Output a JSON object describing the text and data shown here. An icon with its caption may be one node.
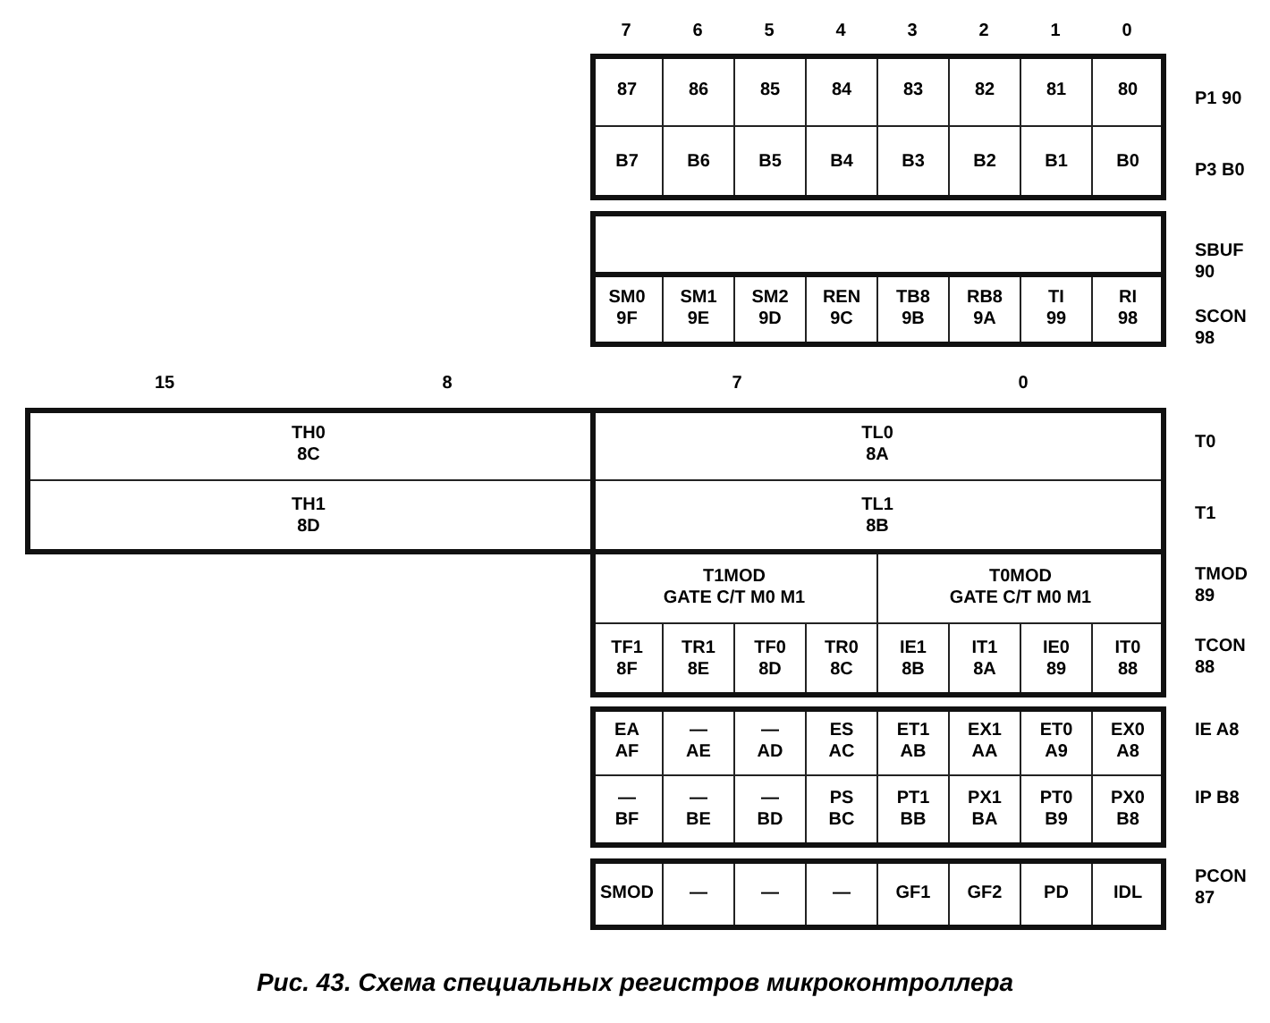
{
  "diagram": {
    "caption": "Рис. 43. Схема специальных регистров микроконтроллера",
    "nodes": [
      {
        "text": [
          "87"
        ]
      },
      {
        "text": [
          "86"
        ]
      },
      {
        "text": [
          "85"
        ]
      },
      {
        "text": [
          "84"
        ]
      },
      {
        "text": [
          "83"
        ]
      },
      {
        "text": [
          "82"
        ]
      },
      {
        "text": [
          "81"
        ]
      },
      {
        "text": [
          "80"
        ]
      },
      {
        "text": [
          "B7"
        ]
      },
      {
        "text": [
          "B6"
        ]
      },
      {
        "text": [
          "B5"
        ]
      },
      {
        "text": [
          "B4"
        ]
      },
      {
        "text": [
          "B3"
        ]
      },
      {
        "text": [
          "B2"
        ]
      },
      {
        "text": [
          "B1"
        ]
      },
      {
        "text": [
          "B0"
        ]
      },
      {
        "text": [],
        "shape": "box"
      },
      {
        "text": [
          "SM0",
          "9F"
        ]
      },
      {
        "text": [
          "SM1",
          "9E"
        ]
      },
      {
        "text": [
          "SM2",
          "9D"
        ]
      },
      {
        "text": [
          "REN",
          "9C"
        ]
      },
      {
        "text": [
          "TB8",
          "9B"
        ]
      },
      {
        "text": [
          "RB8",
          "9A"
        ]
      },
      {
        "text": [
          "TI",
          "99"
        ]
      },
      {
        "text": [
          "RI",
          "98"
        ]
      },
      {
        "text": [
          "TH0",
          "8C"
        ]
      },
      {
        "text": [
          "TL0",
          "8A"
        ]
      },
      {
        "text": [
          "TH1",
          "8D"
        ]
      },
      {
        "text": [
          "TL1",
          "8B"
        ]
      },
      {
        "text": [
          "T1MOD",
          "GATE C/T M0 M1"
        ]
      },
      {
        "text": [
          "T0MOD",
          "GATE C/T M0 M1"
        ]
      },
      {
        "text": [
          "TF1",
          "8F"
        ]
      },
      {
        "text": [
          "TR1",
          "8E"
        ]
      },
      {
        "text": [
          "TF0",
          "8D"
        ]
      },
      {
        "text": [
          "TR0",
          "8C"
        ]
      },
      {
        "text": [
          "IE1",
          "8B"
        ]
      },
      {
        "text": [
          "IT1",
          "8A"
        ]
      },
      {
        "text": [
          "IE0",
          "89"
        ]
      },
      {
        "text": [
          "IT0",
          "88"
        ]
      },
      {
        "text": [
          "EA",
          "AF"
        ]
      },
      {
        "text": [
          "—",
          "AE"
        ]
      },
      {
        "text": [
          "—",
          "AD"
        ]
      },
      {
        "text": [
          "ES",
          "AC"
        ]
      },
      {
        "text": [
          "ET1",
          "AB"
        ]
      },
      {
        "text": [
          "EX1",
          "AA"
        ]
      },
      {
        "text": [
          "ET0",
          "A9"
        ]
      },
      {
        "text": [
          "EX0",
          "A8"
        ]
      },
      {
        "text": [
          "—",
          "BF"
        ]
      },
      {
        "text": [
          "—",
          "BE"
        ]
      },
      {
        "text": [
          "—",
          "BD"
        ]
      },
      {
        "text": [
          "PS",
          "BC"
        ]
      },
      {
        "text": [
          "PT1",
          "BB"
        ]
      },
      {
        "text": [
          "PX1",
          "BA"
        ]
      },
      {
        "text": [
          "PT0",
          "B9"
        ]
      },
      {
        "text": [
          "PX0",
          "B8"
        ]
      },
      {
        "text": [
          "SMOD"
        ]
      },
      {
        "text": [
          "—"
        ]
      },
      {
        "text": [
          "—"
        ]
      },
      {
        "text": [
          "—"
        ]
      },
      {
        "text": [
          "GF1"
        ]
      },
      {
        "text": [
          "GF2"
        ]
      },
      {
        "text": [
          "PD"
        ]
      },
      {
        "text": [
          "IDL"
        ]
      }
    ],
    "labels": [
      "7",
      "6",
      "5",
      "4",
      "3",
      "2",
      "1",
      "0",
      "P1 90",
      "P3 B0",
      "SBUF 90",
      "SCON 98",
      "15",
      "8",
      "7",
      "0",
      "T0",
      "T1",
      "TMOD 89",
      "TCON 88",
      "IE A8",
      "IP B8",
      "PCON 87"
    ]
  }
}
